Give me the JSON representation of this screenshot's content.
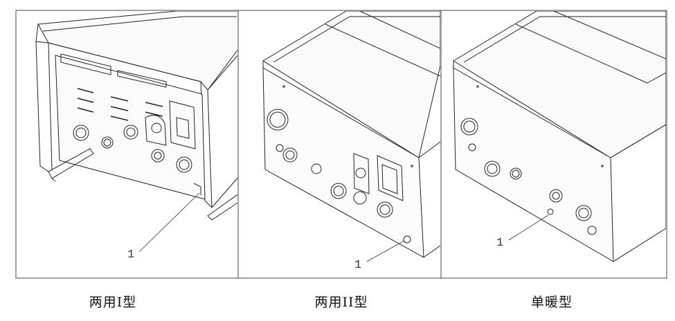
{
  "panels": [
    {
      "caption": "两用I型",
      "callout": "1"
    },
    {
      "caption": "两用II型",
      "callout": "1"
    },
    {
      "caption": "单暖型",
      "callout": "1"
    }
  ]
}
